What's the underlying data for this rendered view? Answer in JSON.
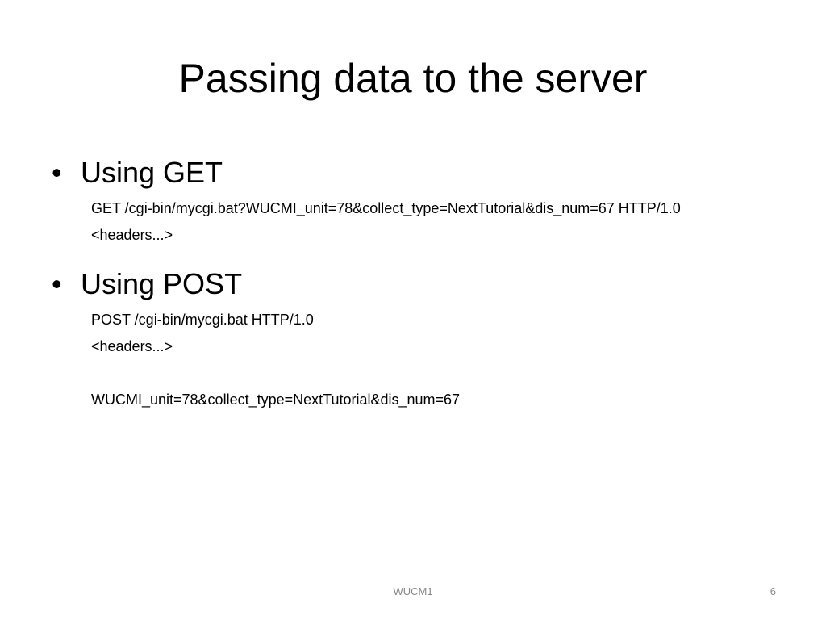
{
  "slide": {
    "title": "Passing data to the server",
    "bullets": [
      {
        "label": "Using GET",
        "lines": [
          "GET /cgi-bin/mycgi.bat?WUCMI_unit=78&collect_type=NextTutorial&dis_num=67 HTTP/1.0",
          "<headers...>"
        ]
      },
      {
        "label": "Using POST",
        "lines": [
          "POST /cgi-bin/mycgi.bat HTTP/1.0",
          "<headers...>",
          "",
          "WUCMI_unit=78&collect_type=NextTutorial&dis_num=67"
        ]
      }
    ],
    "bullet_glyph": "•",
    "footer": {
      "center": "WUCM1",
      "page_number": "6"
    }
  }
}
